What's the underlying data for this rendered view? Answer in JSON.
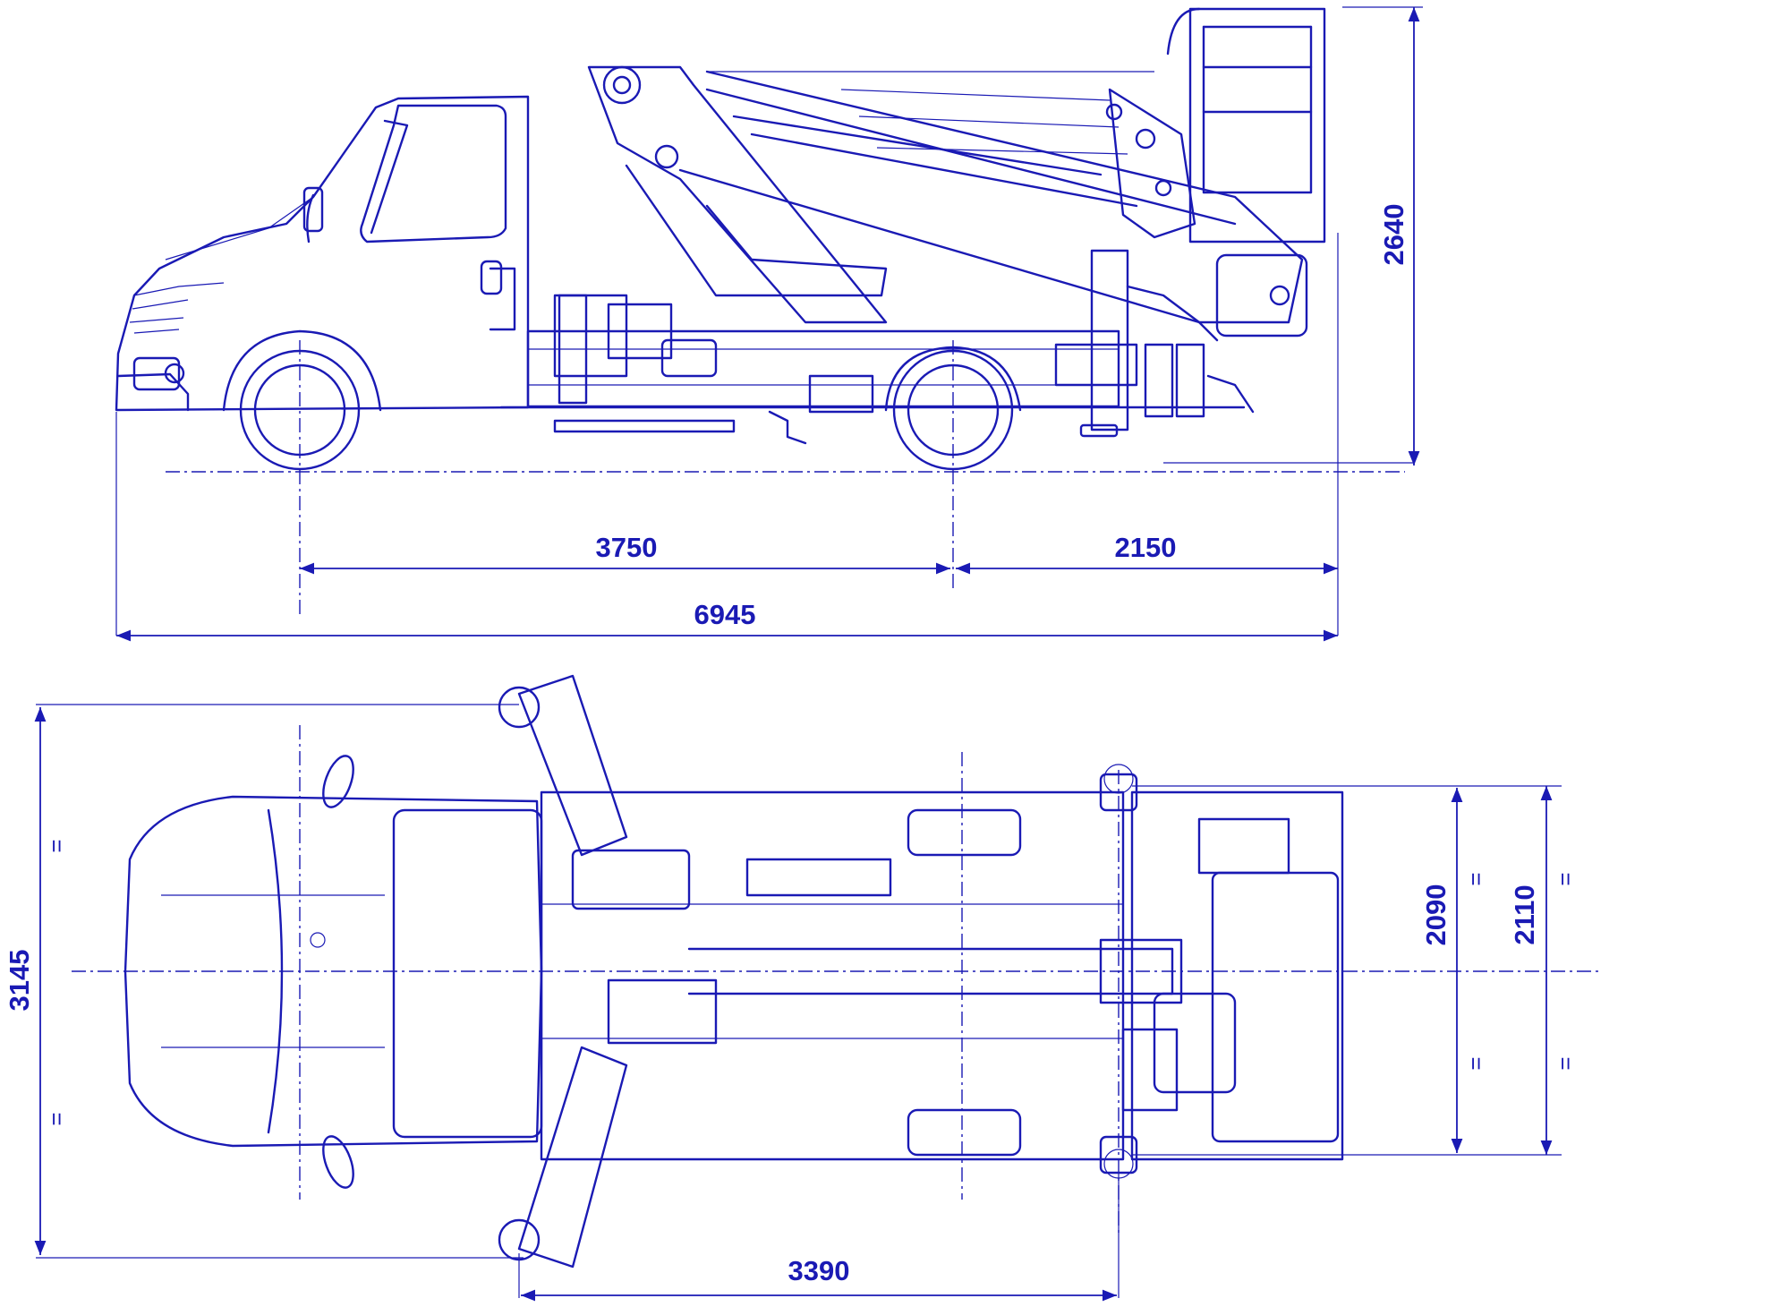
{
  "dimensions": {
    "wheelbase_side": "3750",
    "rear_overhang": "2150",
    "overall_length": "6945",
    "stowed_height": "2640",
    "outrigger_span_length": "3145",
    "outrigger_span_width_inner": "2090",
    "outrigger_span_width_outer": "2110",
    "outrigger_base": "3390"
  },
  "symbols": {
    "equal_mark": "="
  },
  "colors": {
    "line": "#1a1ab4",
    "background": "#ffffff"
  }
}
